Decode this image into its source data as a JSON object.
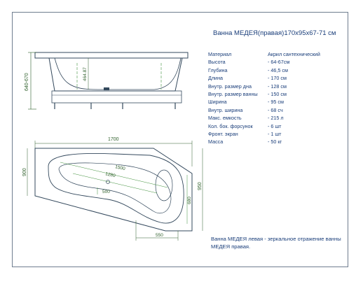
{
  "title": "Ванна МЕДЕЯ(правая)170x95x67-71 см",
  "specs": [
    {
      "label": "Материал",
      "value": "Акрил сантехнический"
    },
    {
      "label": "Высота",
      "value": "- 64-67см"
    },
    {
      "label": "Глубина",
      "value": "- 46,5 см"
    },
    {
      "label": "Длина",
      "value": "- 170 см"
    },
    {
      "label": "Внутр. размер дна",
      "value": "- 128 см"
    },
    {
      "label": "Внутр. размер ванны",
      "value": "- 150 см"
    },
    {
      "label": "Ширина",
      "value": "- 95 см"
    },
    {
      "label": "Внутр. ширина",
      "value": "- 68 cч"
    },
    {
      "label": "Макс. емкость",
      "value": "- 215  л"
    },
    {
      "label": "Кол. бок. форсунок",
      "value": "- 6 шт"
    },
    {
      "label": "Фронт. экран",
      "value": "- 1 шт"
    },
    {
      "label": "Масса",
      "value": "- 50 кг"
    }
  ],
  "note": "Ванна МЕДЕЯ левая - зеркальное отражение ванны МЕДЕЯ правая.",
  "dimensions": {
    "side_height": "640-670",
    "side_depth": "464.87",
    "length": "1700",
    "width_left": "900",
    "width_right": "950",
    "inner_length": "1500",
    "bottom_length": "1280",
    "bottom_width": "500",
    "right_inner": "680",
    "bottom_edge": "550"
  },
  "colors": {
    "line": "#33485c",
    "text": "#1a3e7a",
    "accent": "#3f8f3a",
    "dimension": "#2e5f2a"
  }
}
